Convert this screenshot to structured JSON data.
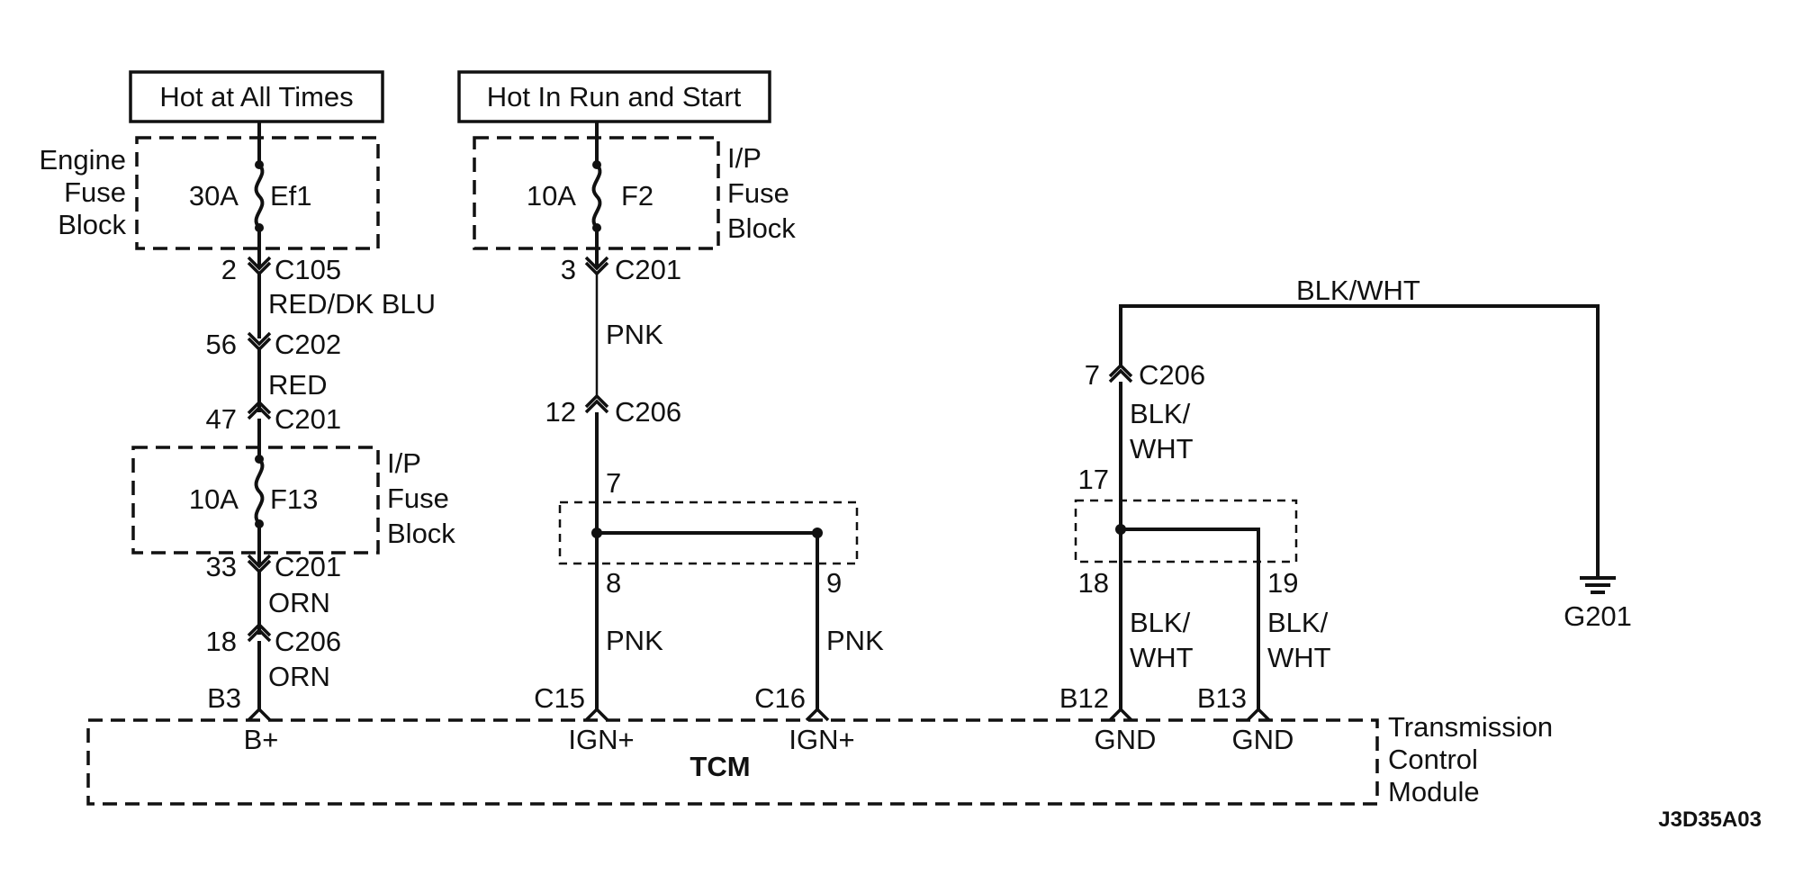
{
  "sources": {
    "hot_at_all_times": "Hot at All Times",
    "hot_in_run_and_start": "Hot In Run and Start"
  },
  "engine_fuse_block": {
    "label_line1": "Engine",
    "label_line2": "Fuse",
    "label_line3": "Block",
    "fuse_rating": "30A",
    "fuse_name": "Ef1"
  },
  "ip_fuse_block_f2": {
    "label_line1": "I/P",
    "label_line2": "Fuse",
    "label_line3": "Block",
    "fuse_rating": "10A",
    "fuse_name": "F2"
  },
  "ip_fuse_block_f13": {
    "label_line1": "I/P",
    "label_line2": "Fuse",
    "label_line3": "Block",
    "fuse_rating": "10A",
    "fuse_name": "F13"
  },
  "left_circuit": {
    "c105_pin": "2",
    "c105": "C105",
    "wire1": "RED/DK BLU",
    "c202_pin": "56",
    "c202": "C202",
    "wire2": "RED",
    "c201a_pin": "47",
    "c201a": "C201",
    "c201b_pin": "33",
    "c201b": "C201",
    "wire3": "ORN",
    "c206_pin": "18",
    "c206": "C206",
    "wire4": "ORN",
    "tcm_pin": "B3",
    "tcm_terminal": "B+"
  },
  "middle_circuit": {
    "c201_pin": "3",
    "c201": "C201",
    "wire1": "PNK",
    "c206_pin": "12",
    "c206": "C206",
    "splice_in_pin": "7",
    "splice_out_pin_a": "8",
    "splice_out_pin_b": "9",
    "wire_a": "PNK",
    "wire_b": "PNK",
    "tcm_pin_a": "C15",
    "tcm_pin_b": "C16",
    "tcm_terminal_a": "IGN+",
    "tcm_terminal_b": "IGN+"
  },
  "ground_circuit": {
    "top_wire": "BLK/WHT",
    "c206_pin": "7",
    "c206": "C206",
    "wire1_line1": "BLK/",
    "wire1_line2": "WHT",
    "splice_in_pin": "17",
    "splice_out_pin_a": "18",
    "splice_out_pin_b": "19",
    "wire_a_line1": "BLK/",
    "wire_a_line2": "WHT",
    "wire_b_line1": "BLK/",
    "wire_b_line2": "WHT",
    "tcm_pin_a": "B12",
    "tcm_pin_b": "B13",
    "tcm_terminal_a": "GND",
    "tcm_terminal_b": "GND",
    "ground_name": "G201"
  },
  "tcm": {
    "abbrev": "TCM",
    "label_line1": "Transmission",
    "label_line2": "Control",
    "label_line3": "Module"
  },
  "figure_id": "J3D35A03"
}
